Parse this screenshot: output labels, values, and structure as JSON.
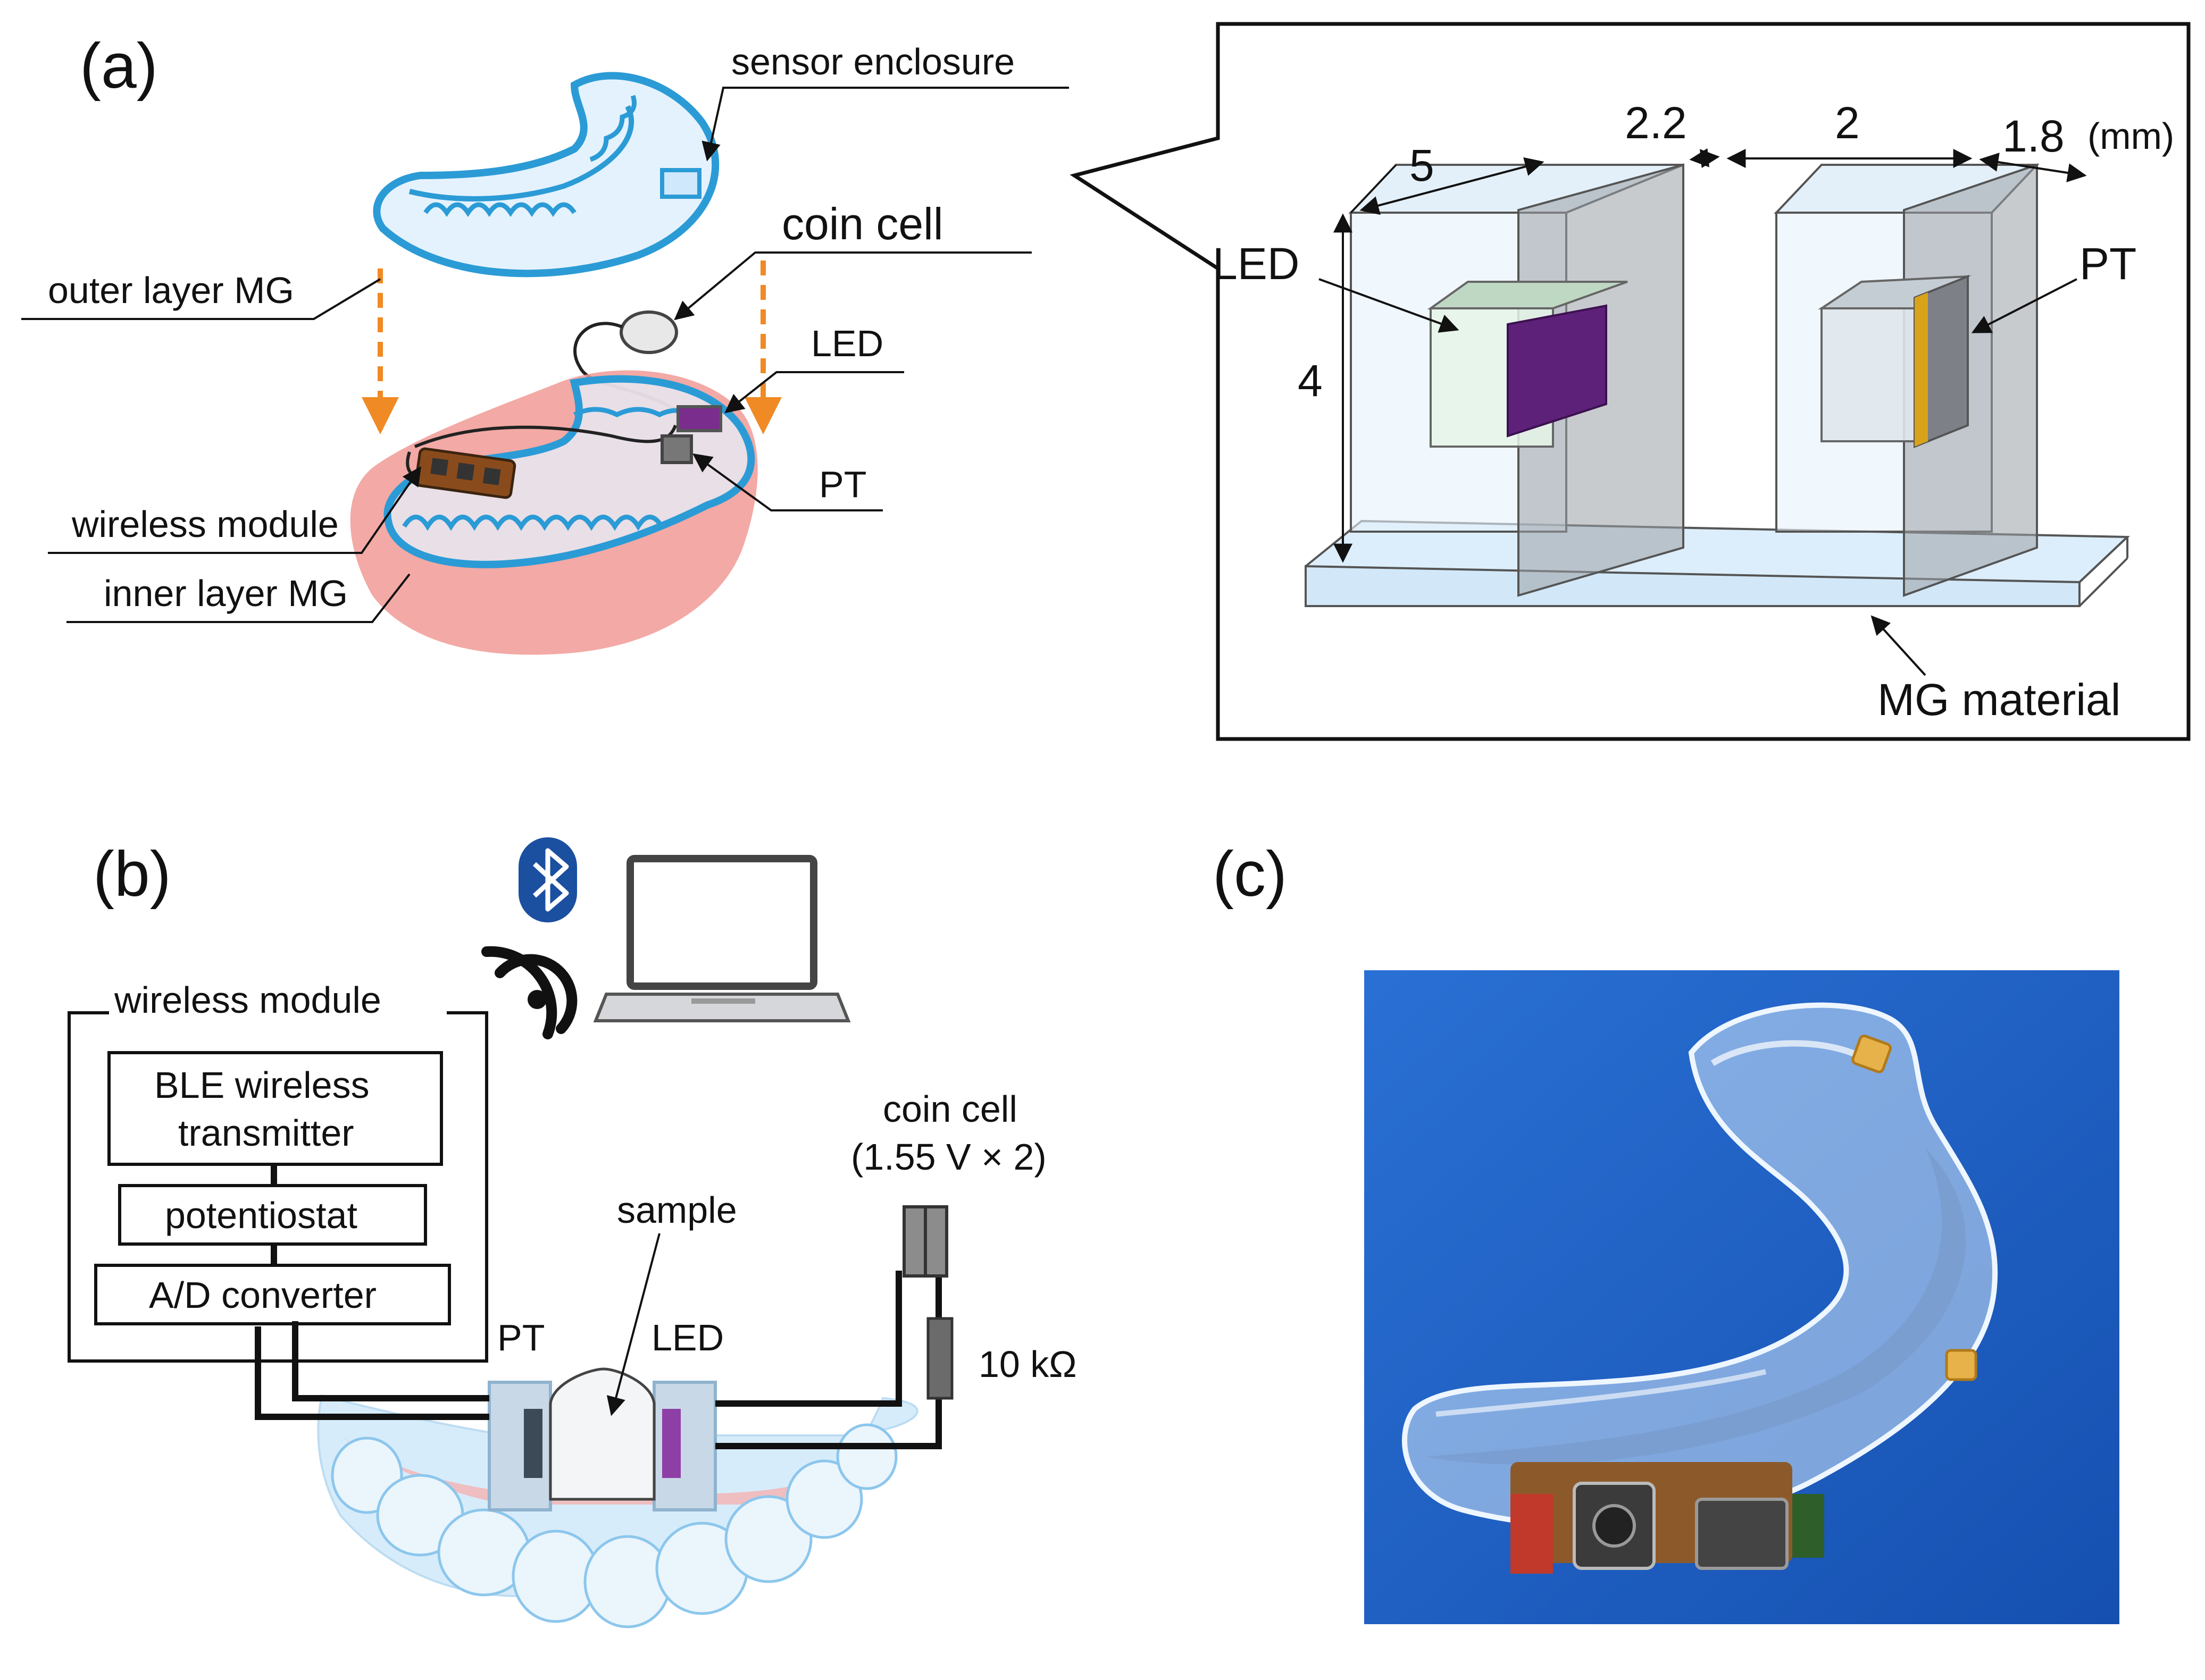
{
  "panels": {
    "a": "(a)",
    "b": "(b)",
    "c": "(c)"
  },
  "panel_a": {
    "sensor_enclosure": "sensor enclosure",
    "coin_cell": "coin cell",
    "outer_layer": "outer layer MG",
    "led": "LED",
    "pt": "PT",
    "wireless_module": "wireless module",
    "inner_layer": "inner layer MG"
  },
  "inset": {
    "dim_5": "5",
    "dim_2_2": "2.2",
    "dim_2": "2",
    "dim_1_8": "1.8",
    "unit": "(mm)",
    "dim_4": "4",
    "led": "LED",
    "pt": "PT",
    "mg_material": "MG material"
  },
  "panel_b": {
    "wireless_module": "wireless module",
    "ble": "BLE wireless",
    "ble2": "transmitter",
    "potentiostat": "potentiostat",
    "adc": "A/D converter",
    "coin_cell": "coin cell",
    "coin_cell_spec": "(1.55 V × 2)",
    "sample": "sample",
    "pt": "PT",
    "led": "LED",
    "resistor": "10 kΩ"
  },
  "colors": {
    "mouthguard_outline": "#2b9bd6",
    "mouthguard_fill": "#dcefff",
    "gum": "#f19a95",
    "arrow_orange": "#f08a24",
    "led_purple": "#7a2d8c",
    "pt_gold": "#d8a21a",
    "bluetooth": "#1b4fa0",
    "photo_bg": "#1f63c8"
  },
  "icons": [
    "bluetooth-icon",
    "wifi-signal-icon",
    "laptop-icon"
  ]
}
